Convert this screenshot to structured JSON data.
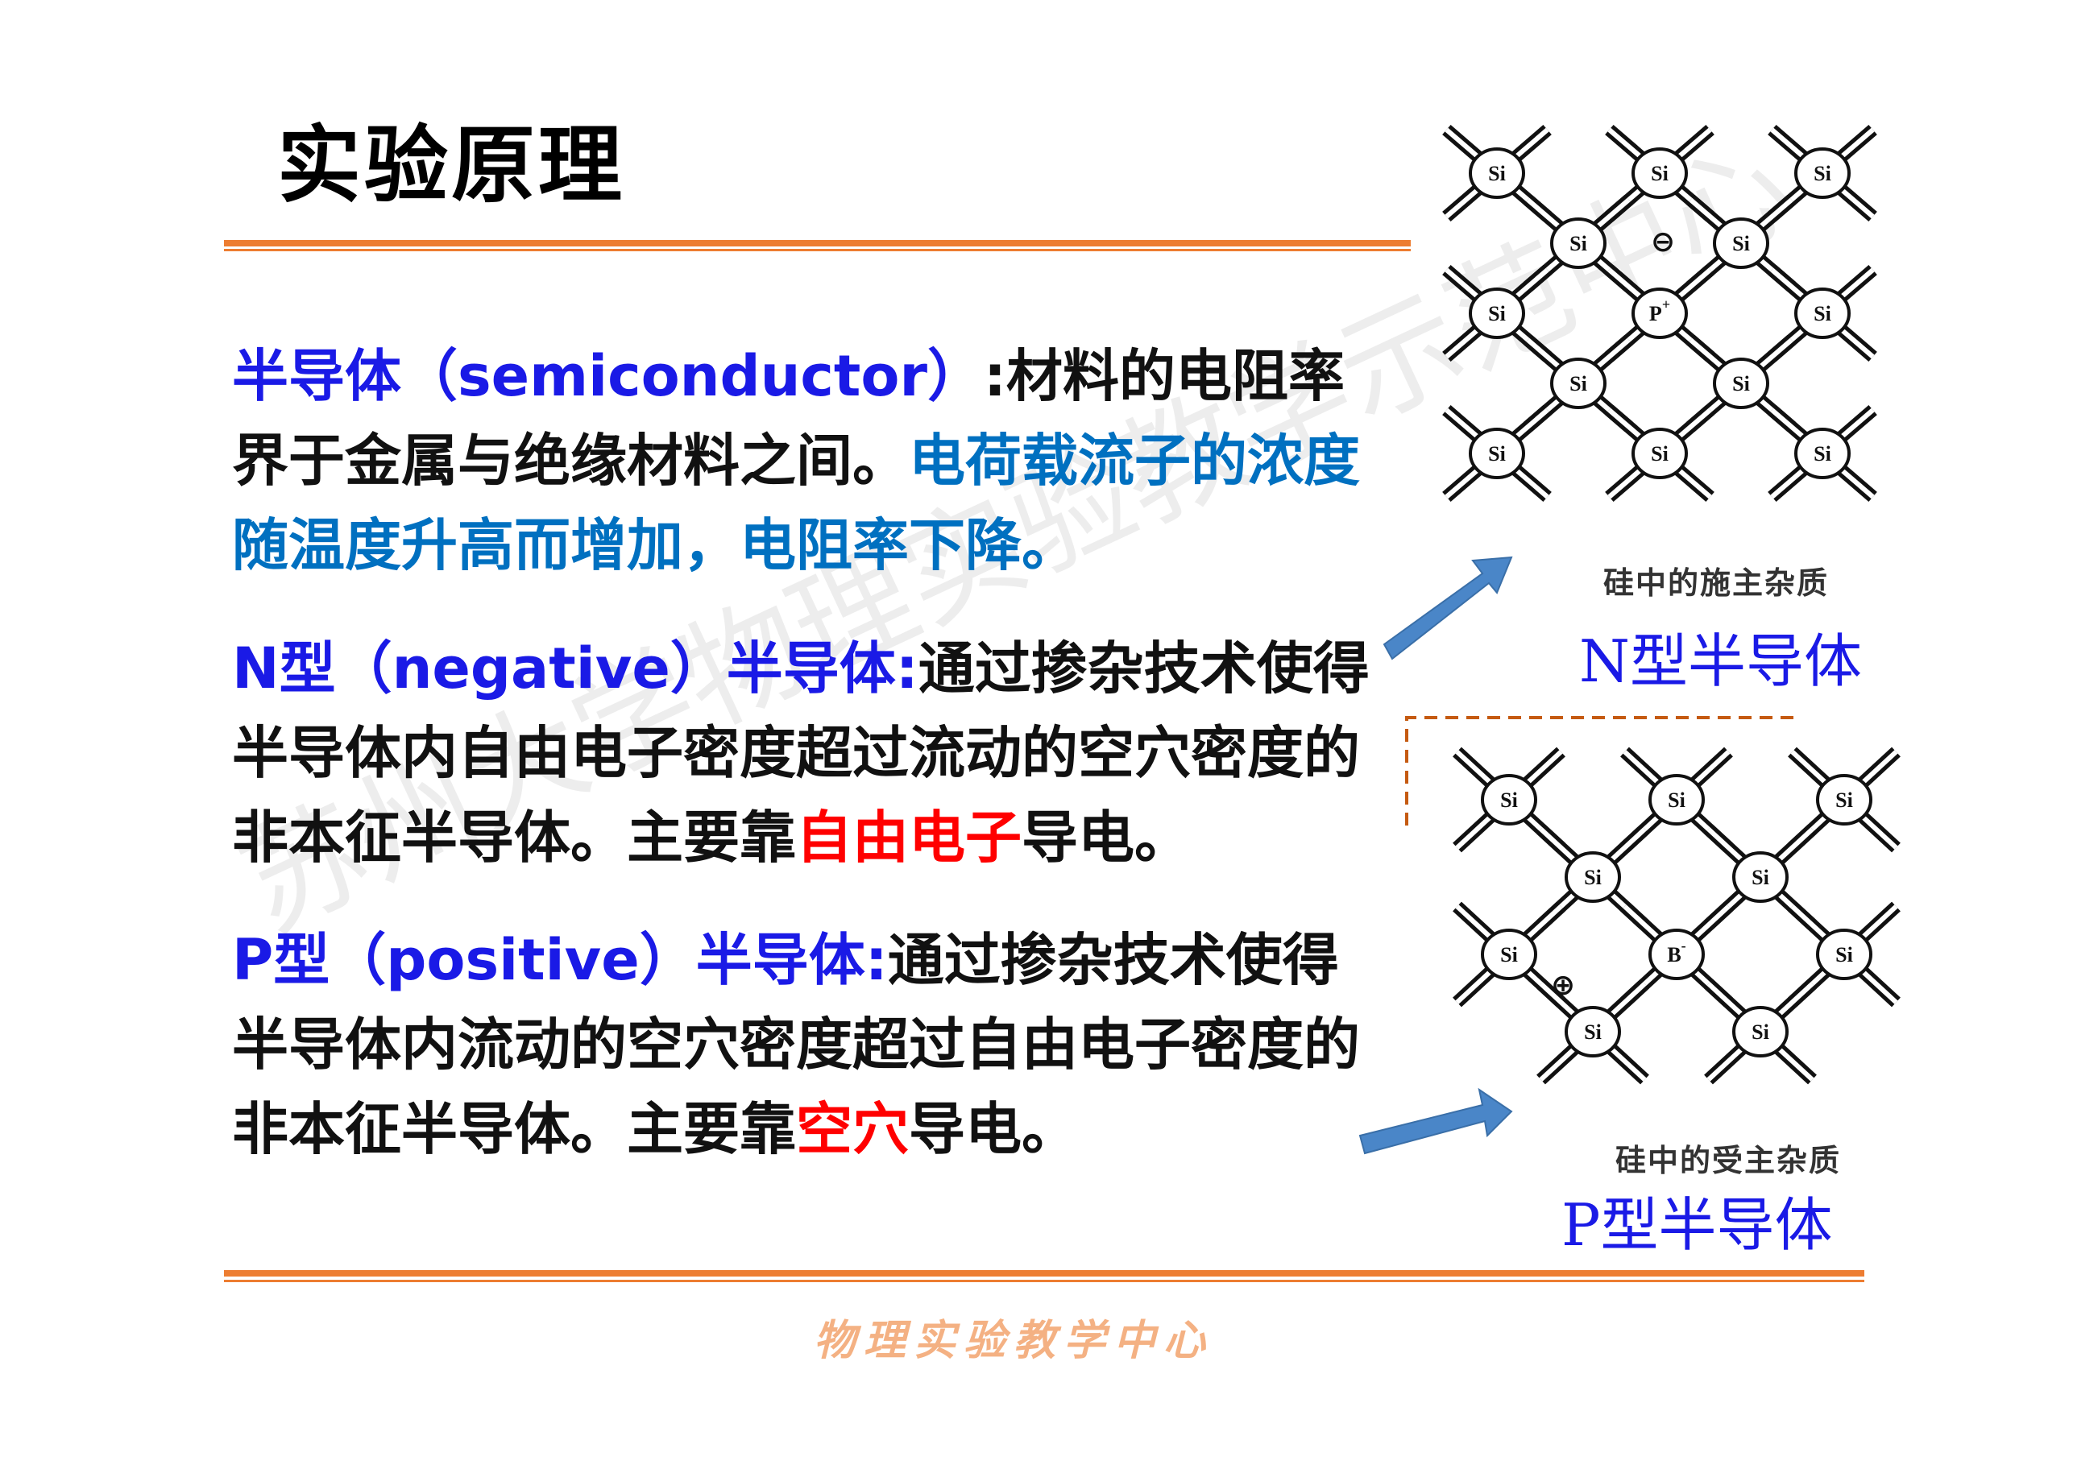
{
  "title": "实验原理",
  "paragraphs": {
    "semiconductor": {
      "term": "半导体（semiconductor）",
      "definition": ":材料的电阻率界于金属与绝缘材料之间。",
      "highlight": "电荷载流子的浓度随温度升高而增加，电阻率下降。"
    },
    "n_type": {
      "term": "N型（negative）半导体:",
      "text_before": "通过掺杂技术使得半导体内自由电子密度超过流动的空穴密度的非本征半导体。主要靠",
      "highlight": "自由电子",
      "text_after": "导电。"
    },
    "p_type": {
      "term": "P型（positive）半导体:",
      "text_before": "通过掺杂技术使得半导体内流动的空穴密度超过自由电子密度的非本征半导体。主要靠",
      "highlight": "空穴",
      "text_after": "导电。"
    }
  },
  "figures": {
    "n_type": {
      "caption": "硅中的施主杂质",
      "label": "N型半导体",
      "atom": "Si",
      "dopant": "P",
      "dopant_charge": "+",
      "carrier_symbol": "⊖"
    },
    "p_type": {
      "caption": "硅中的受主杂质",
      "label": "P型半导体",
      "atom": "Si",
      "dopant": "B",
      "dopant_charge": "-",
      "carrier_symbol": "⊕"
    }
  },
  "footer": "物理实验教学中心",
  "watermark": "苏州大学物理实验教学示范中心",
  "colors": {
    "accent": "#ed7d31",
    "term_blue": "#1a1ae6",
    "highlight_blue": "#0070c0",
    "red": "#ff0000",
    "arrow": "#4a86c8"
  }
}
